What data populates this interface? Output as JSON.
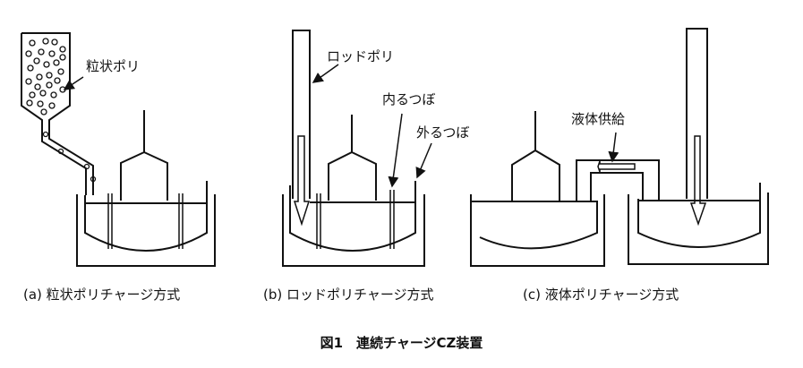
{
  "labels": {
    "granular_poly": "粒状ポリ",
    "rod_poly": "ロッドポリ",
    "inner_crucible": "内るつぼ",
    "outer_crucible": "外るつぼ",
    "liquid_supply": "液体供給"
  },
  "captions": {
    "a": "(a) 粒状ポリチャージ方式",
    "b": "(b) ロッドポリチャージ方式",
    "c": "(c) 液体ポリチャージ方式"
  },
  "figure_title": "図1　連続チャージCZ装置"
}
